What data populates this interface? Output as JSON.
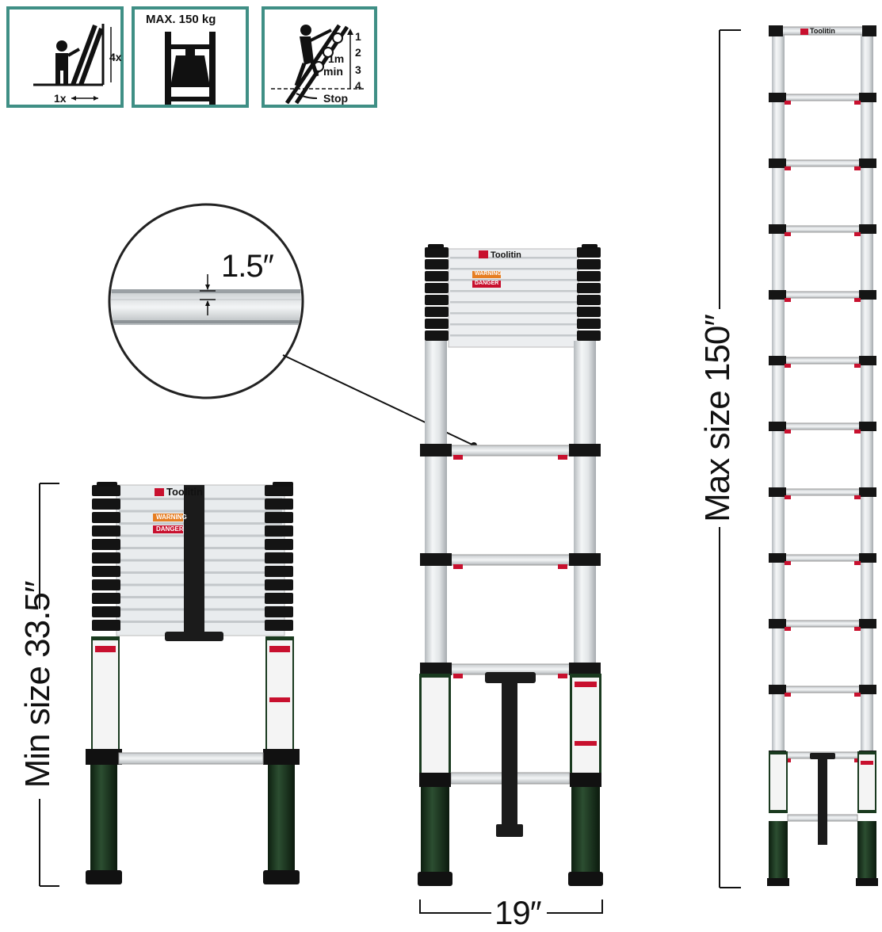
{
  "icons": {
    "ratio": {
      "height_label": "4x",
      "base_label": "1x"
    },
    "load": {
      "max_load": "MAX. 150 kg"
    },
    "extension": {
      "rungs": [
        "1",
        "2",
        "3",
        "4"
      ],
      "min_label_1m": "1m",
      "min_label_min": "min",
      "stop_label": "Stop"
    }
  },
  "callout": {
    "thickness": "1.5″"
  },
  "dimensions": {
    "min_size": "Min size 33.5″",
    "max_size": "Max size 150″",
    "width": "19″"
  },
  "brand": {
    "name": "Toolitin"
  },
  "labels": {
    "warning": "WARNING",
    "danger": "DANGER"
  },
  "colors": {
    "frame_teal": "#3f8f85",
    "tube_green": "#1c3b22",
    "collar_black": "#111111",
    "aluminum": "#d9dde0",
    "danger_red": "#c8102e",
    "warning_orange": "#e67e22"
  }
}
